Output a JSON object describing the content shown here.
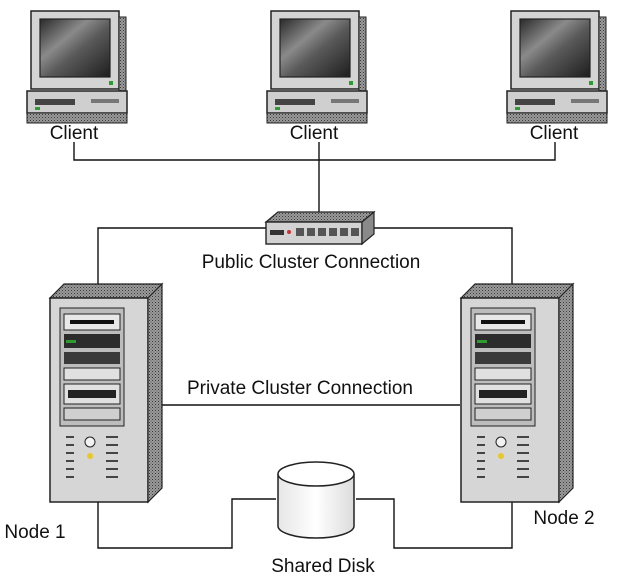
{
  "clients": [
    {
      "label": "Client",
      "icon": "desktop-computer-icon"
    },
    {
      "label": "Client",
      "icon": "desktop-computer-icon"
    },
    {
      "label": "Client",
      "icon": "desktop-computer-icon"
    }
  ],
  "switch": {
    "label": "Public Cluster Connection",
    "icon": "network-hub-icon"
  },
  "private_link": {
    "label": "Private Cluster Connection"
  },
  "nodes": [
    {
      "label": "Node 1",
      "icon": "tower-server-icon"
    },
    {
      "label": "Node 2",
      "icon": "tower-server-icon"
    }
  ],
  "disk": {
    "label": "Shared Disk",
    "icon": "disk-cylinder-icon"
  },
  "colors": {
    "line": "#111111",
    "chassis": "#d8d8d8",
    "screen": "#4a4a4a"
  }
}
